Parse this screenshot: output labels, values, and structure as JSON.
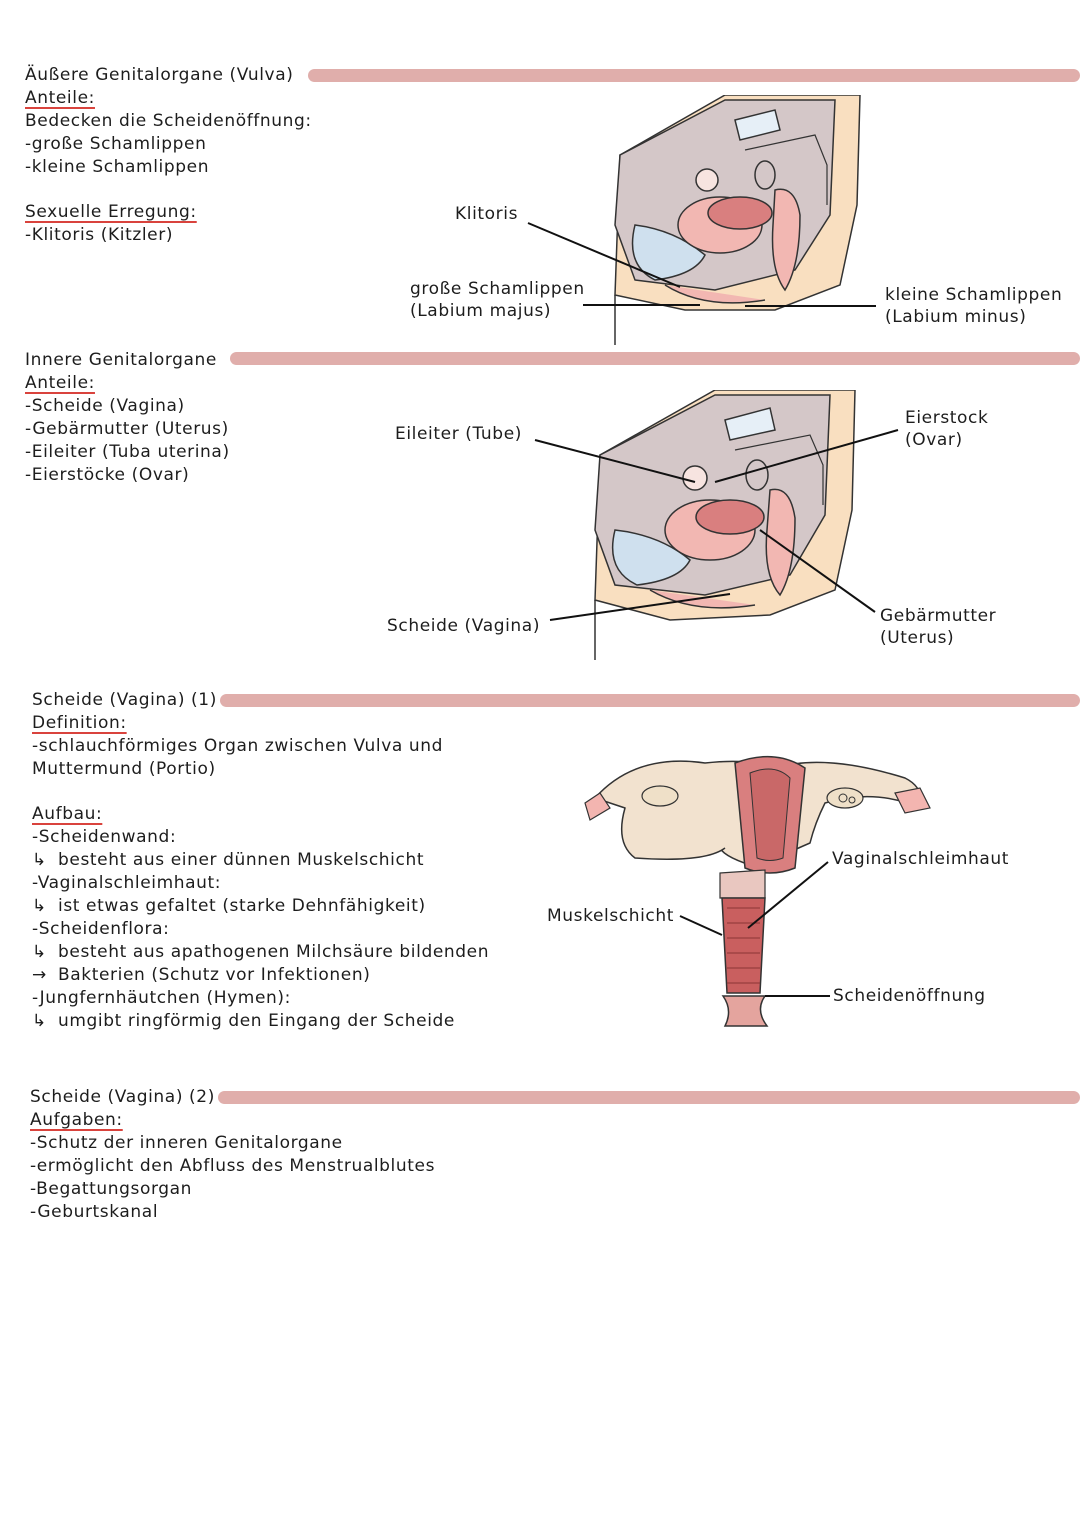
{
  "section1": {
    "title": "Äußere Genitalorgane (Vulva)",
    "anteile_heading": "Anteile:",
    "line1": "Bedecken die Scheidenöffnung:",
    "line2": "-große Schamlippen",
    "line3": "-kleine Schamlippen",
    "erregung_heading": "Sexuelle Erregung:",
    "line4": "-Klitoris (Kitzler)",
    "labels": {
      "klitoris": "Klitoris",
      "grosse_1": "große Schamlippen",
      "grosse_2": "(Labium majus)",
      "kleine_1": "kleine Schamlippen",
      "kleine_2": "(Labium minus)"
    }
  },
  "section2": {
    "title": "Innere Genitalorgane",
    "anteile_heading": "Anteile:",
    "items": [
      "-Scheide (Vagina)",
      "-Gebärmutter (Uterus)",
      "-Eileiter (Tuba uterina)",
      "-Eierstöcke (Ovar)"
    ],
    "labels": {
      "eileiter": "Eileiter (Tube)",
      "eierstock_1": "Eierstock",
      "eierstock_2": "(Ovar)",
      "scheide": "Scheide (Vagina)",
      "gebaermutter_1": "Gebärmutter",
      "gebaermutter_2": "(Uterus)"
    }
  },
  "section3": {
    "title": "Scheide (Vagina) (1)",
    "definition_heading": "Definition:",
    "def1": "-schlauchförmiges Organ zwischen Vulva und",
    "def2": "Muttermund (Portio)",
    "aufbau_heading": "Aufbau:",
    "a1": "-Scheidenwand:",
    "a2": "besteht aus einer dünnen Muskelschicht",
    "a3": "-Vaginalschleimhaut:",
    "a4": "ist etwas gefaltet (starke Dehnfähigkeit)",
    "a5": "-Scheidenflora:",
    "a6": "besteht aus apathogenen Milchsäure bildenden",
    "a7": "Bakterien (Schutz vor Infektionen)",
    "a8": "-Jungfernhäutchen (Hymen):",
    "a9": "umgibt ringförmig den Eingang der Scheide",
    "labels": {
      "muskel": "Muskelschicht",
      "schleim": "Vaginalschleimhaut",
      "oeffnung": "Scheidenöffnung"
    }
  },
  "section4": {
    "title": "Scheide (Vagina) (2)",
    "aufgaben_heading": "Aufgaben:",
    "items": [
      "-Schutz der inneren Genitalorgane",
      "-ermöglicht den Abfluss des Menstrualblutes",
      "-Begattungsorgan",
      "-Geburtskanal"
    ]
  },
  "colors": {
    "bar": "#e0aeab",
    "underline": "#d9433d",
    "skin": "#f9dfc0",
    "tissue_gray": "#d4c7c8",
    "organ_pink": "#f2b7b2",
    "organ_dark": "#d97f7f"
  }
}
